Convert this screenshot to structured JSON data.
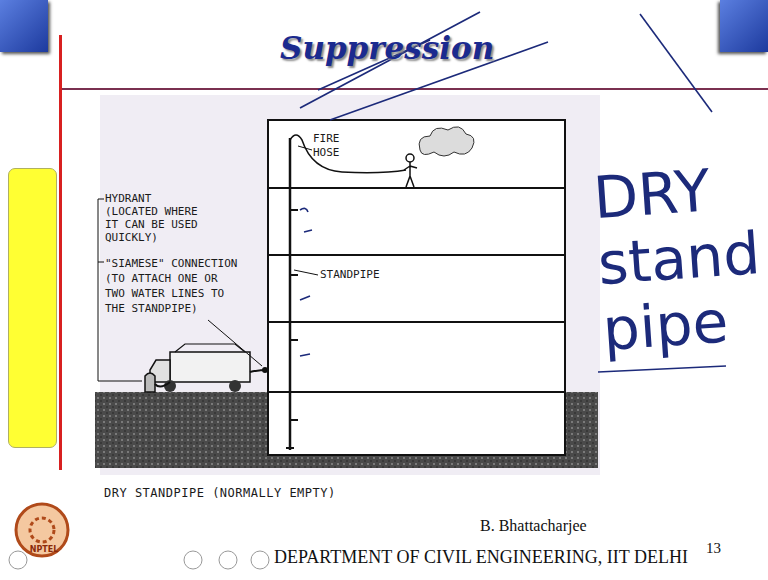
{
  "diagram": {
    "title": "Suppression",
    "caption": "DRY STANDPIPE (NORMALLY EMPTY)",
    "labels": [
      "HYDRANT (LOCATED WHERE IT CAN BE USED QUICKLY)",
      "\"SIAMESE\" CONNECTION (TO ATTACH ONE OR TWO WATER LINES TO THE STANDPIPE)",
      "FIRE HOSE",
      "STANDPIPE",
      "DRY stand pipe",
      "B. Bhattacharjee",
      "DEPARTMENT OF CIVIL ENGINEERING, IIT DELHI",
      "13",
      "NPTEL"
    ]
  }
}
